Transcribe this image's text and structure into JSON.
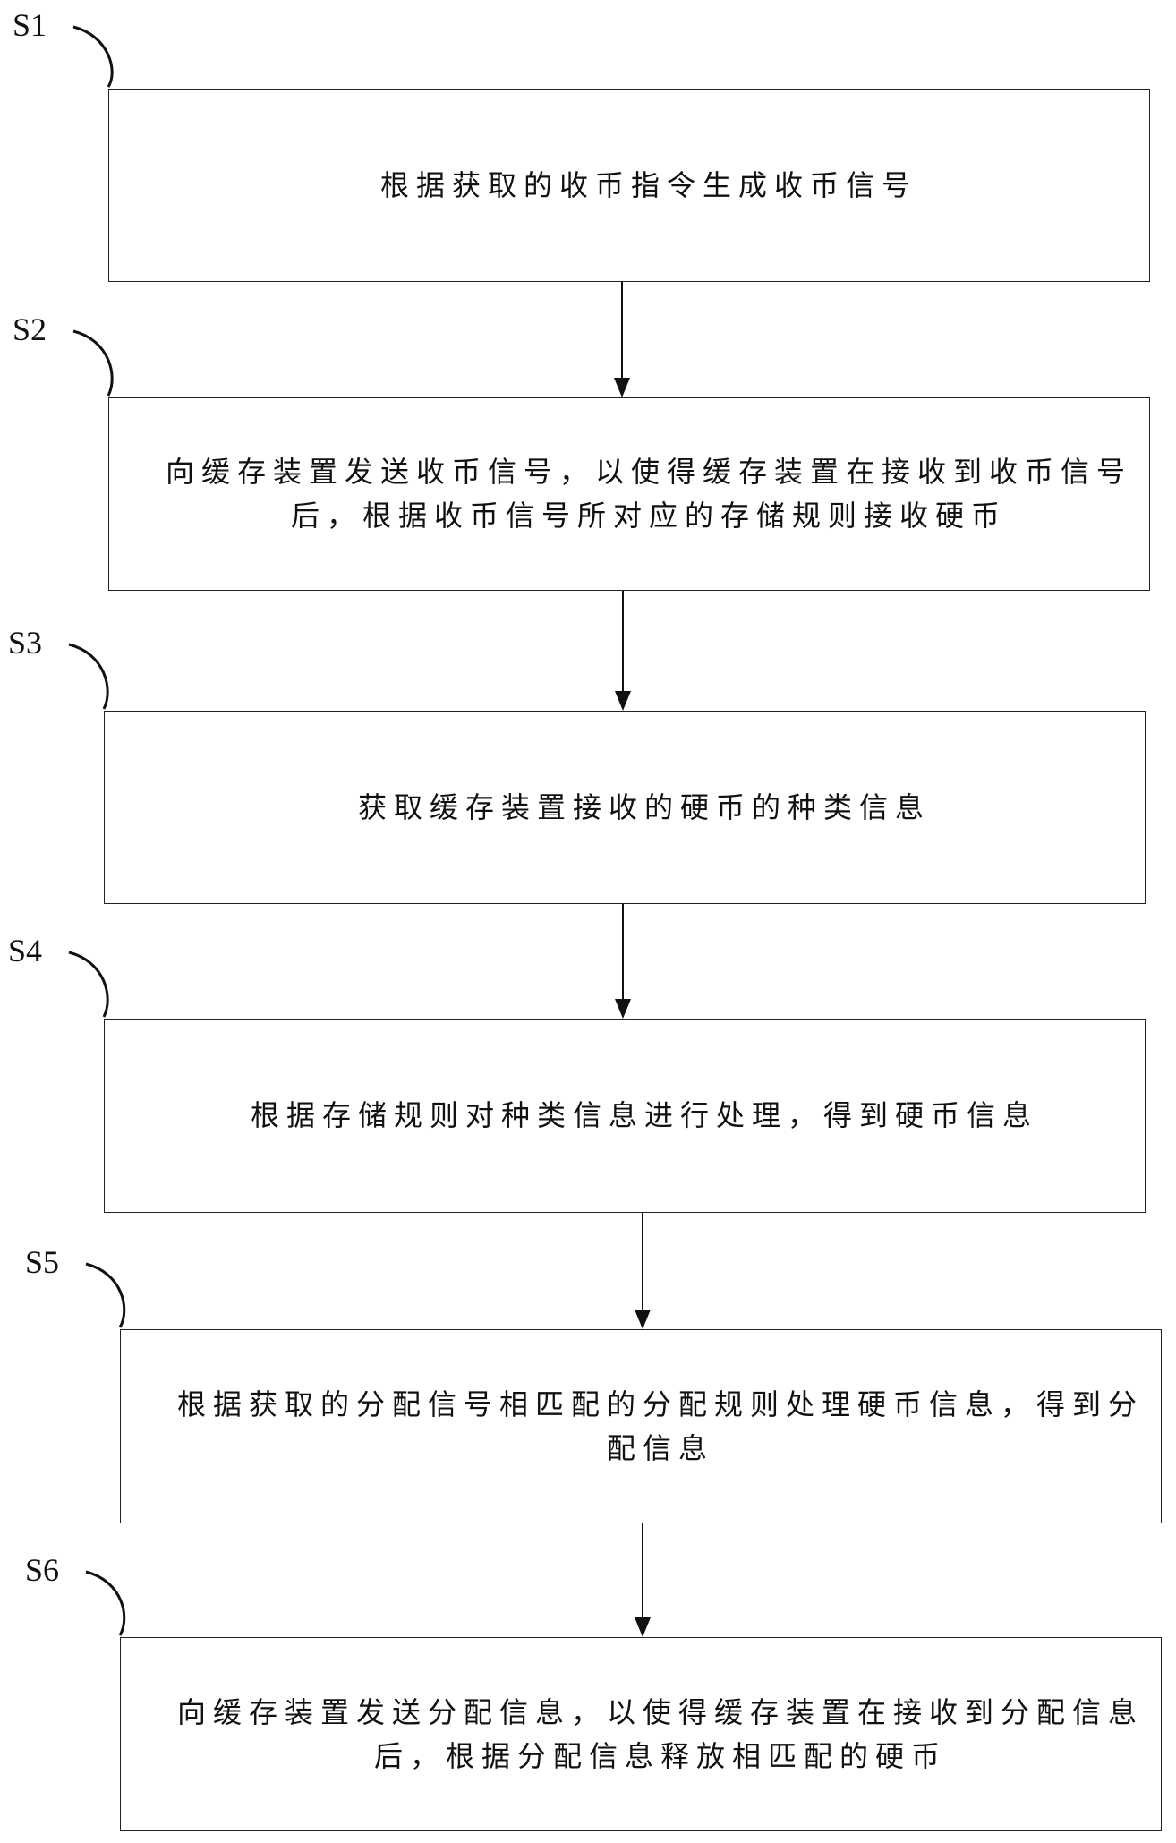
{
  "steps": [
    {
      "label": "S1",
      "text": "根据获取的收币指令生成收币信号"
    },
    {
      "label": "S2",
      "text": "向缓存装置发送收币信号，以使得缓存装置在接收到收币信号后，根据收币信号所对应的存储规则接收硬币"
    },
    {
      "label": "S3",
      "text": "获取缓存装置接收的硬币的种类信息"
    },
    {
      "label": "S4",
      "text": "根据存储规则对种类信息进行处理，得到硬币信息"
    },
    {
      "label": "S5",
      "text": "根据获取的分配信号相匹配的分配规则处理硬币信息，得到分配信息"
    },
    {
      "label": "S6",
      "text": "向缓存装置发送分配信息，以使得缓存装置在接收到分配信息后，根据分配信息释放相匹配的硬币"
    }
  ]
}
